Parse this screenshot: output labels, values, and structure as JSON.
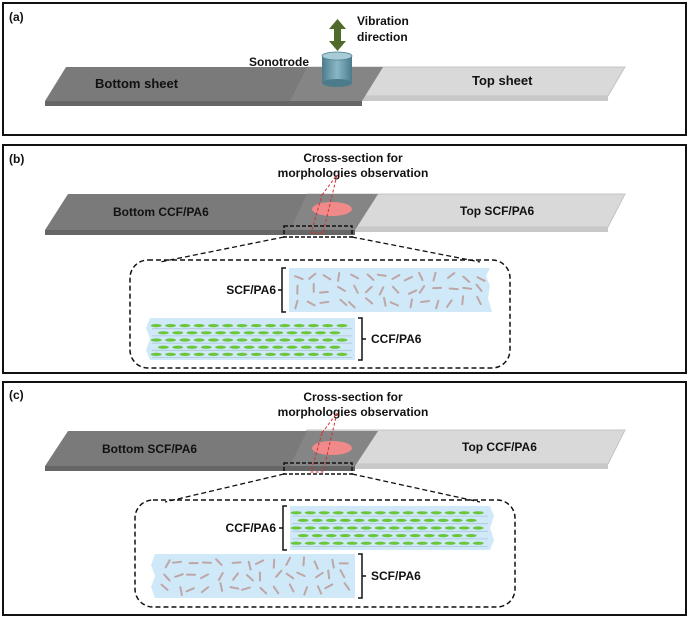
{
  "panels": {
    "a": {
      "label": "(a)",
      "bottom_sheet": "Bottom sheet",
      "top_sheet": "Top sheet",
      "sonotrode": "Sonotrode",
      "vibration_line1": "Vibration",
      "vibration_line2": "direction"
    },
    "b": {
      "label": "(b)",
      "bottom_sheet": "Bottom CCF/PA6",
      "top_sheet": "Top SCF/PA6",
      "cross_section_line1": "Cross-section for",
      "cross_section_line2": "morphologies observation",
      "upper_layer": "SCF/PA6",
      "lower_layer": "CCF/PA6"
    },
    "c": {
      "label": "(c)",
      "bottom_sheet": "Bottom SCF/PA6",
      "top_sheet": "Top CCF/PA6",
      "cross_section_line1": "Cross-section for",
      "cross_section_line2": "morphologies observation",
      "upper_layer": "CCF/PA6",
      "lower_layer": "SCF/PA6"
    }
  },
  "colors": {
    "bottom_sheet": "#7a7a7a",
    "top_sheet": "#d9d9d9",
    "sonotrode": "#5f8fa0",
    "arrow": "#4e6b2c",
    "weld_spot": "#f08a8a",
    "scf_matrix": "#cfe9f9",
    "scf_fiber": "#bfa6a6",
    "ccf_fiber": "#6cc63b"
  }
}
